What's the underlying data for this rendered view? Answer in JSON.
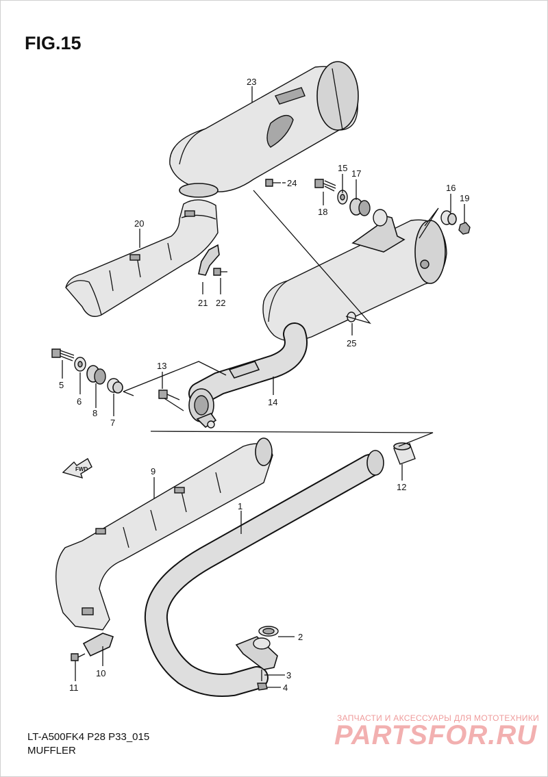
{
  "figure": {
    "title": "FIG.15",
    "model_code": "LT-A500FK4 P28 P33_015",
    "section_name": "MUFFLER"
  },
  "fwd_label": "FWD",
  "watermark": {
    "tagline": "ЗАПЧАСТИ И АКСЕССУАРЫ ДЛЯ МОТОТЕХНИКИ",
    "brand": "PARTSFOR.RU"
  },
  "callouts": {
    "c1": "1",
    "c2": "2",
    "c3": "3",
    "c4": "4",
    "c5": "5",
    "c6": "6",
    "c7": "7",
    "c8": "8",
    "c9": "9",
    "c10": "10",
    "c11": "11",
    "c12": "12",
    "c13": "13",
    "c14": "14",
    "c15": "15",
    "c16": "16",
    "c17": "17",
    "c18": "18",
    "c19": "19",
    "c20": "20",
    "c21": "21",
    "c22": "22",
    "c23": "23",
    "c24": "24",
    "c25": "25"
  },
  "colors": {
    "line": "#111111",
    "part_fill": "#d4d4d4",
    "watermark": "#f2b0b0"
  }
}
